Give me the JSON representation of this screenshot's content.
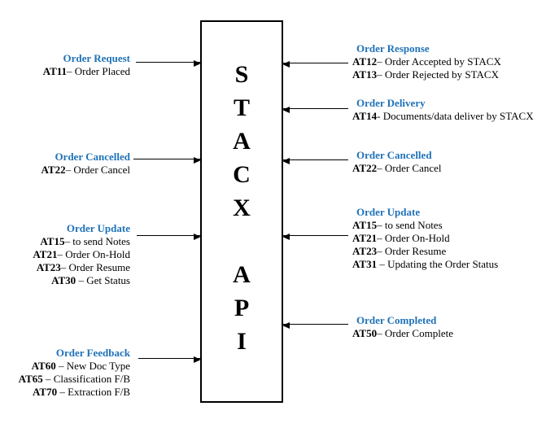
{
  "diagram": {
    "colors": {
      "title_blue": "#1F72B8",
      "text_black": "#000000"
    },
    "center_box": {
      "letters": [
        "S",
        "T",
        "A",
        "C",
        "X",
        "",
        "A",
        "P",
        "I"
      ]
    },
    "left_groups": [
      {
        "title": "Order Request",
        "lines": [
          {
            "code": "AT11",
            "desc": "– Order Placed"
          }
        ]
      },
      {
        "title": "Order Cancelled",
        "lines": [
          {
            "code": "AT22",
            "desc": "– Order Cancel"
          }
        ]
      },
      {
        "title": "Order Update",
        "lines": [
          {
            "code": "AT15",
            "desc": "– to send Notes"
          },
          {
            "code": "AT21",
            "desc": "– Order On-Hold"
          },
          {
            "code": "AT23",
            "desc": "– Order Resume"
          },
          {
            "code": "AT30",
            "desc": " – Get Status"
          }
        ]
      },
      {
        "title": "Order Feedback",
        "lines": [
          {
            "code": "AT60",
            "desc": " – New Doc Type"
          },
          {
            "code": "AT65",
            "desc": " – Classification F/B"
          },
          {
            "code": "AT70",
            "desc": " – Extraction F/B"
          }
        ]
      }
    ],
    "right_groups": [
      {
        "title": "Order Response",
        "lines": [
          {
            "code": "AT12",
            "desc": "– Order Accepted by STACX"
          },
          {
            "code": "AT13",
            "desc": "– Order Rejected by STACX"
          }
        ]
      },
      {
        "title": "Order Delivery",
        "lines": [
          {
            "code": "AT14",
            "desc": "- Documents/data deliver by STACX"
          }
        ]
      },
      {
        "title": "Order Cancelled",
        "lines": [
          {
            "code": "AT22",
            "desc": "– Order Cancel"
          }
        ]
      },
      {
        "title": "Order Update",
        "lines": [
          {
            "code": "AT15",
            "desc": "– to send Notes"
          },
          {
            "code": "AT21",
            "desc": "– Order On-Hold"
          },
          {
            "code": "AT23",
            "desc": "– Order Resume"
          },
          {
            "code": "AT31",
            "desc": " – Updating the Order Status"
          }
        ]
      },
      {
        "title": "Order Completed",
        "lines": [
          {
            "code": "AT50",
            "desc": "– Order Complete"
          }
        ]
      }
    ]
  }
}
